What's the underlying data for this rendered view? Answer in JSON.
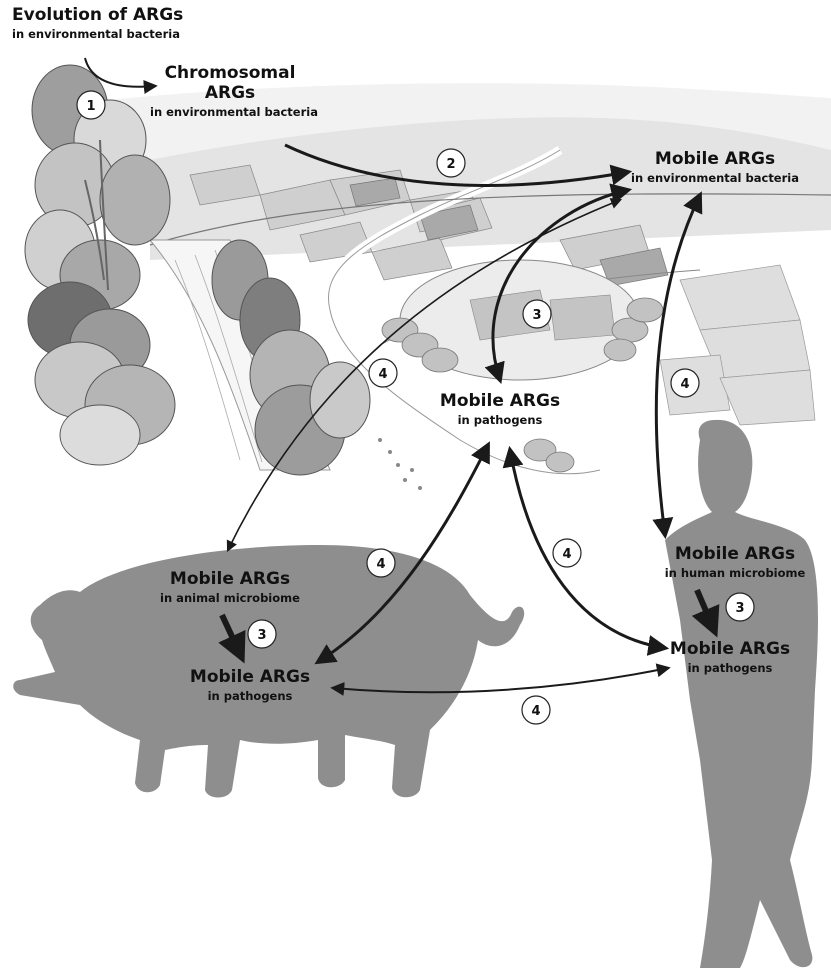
{
  "title": {
    "main": "Evolution of ARGs",
    "sub": "in environmental bacteria"
  },
  "nodes": {
    "chromosomal": {
      "line1": "Chromosomal",
      "line2": "ARGs",
      "sub": "in environmental bacteria"
    },
    "env_mobile": {
      "main": "Mobile ARGs",
      "sub": "in environmental bacteria"
    },
    "env_pathogens": {
      "main": "Mobile ARGs",
      "sub": "in pathogens"
    },
    "animal_microbiome": {
      "main": "Mobile ARGs",
      "sub": "in animal microbiome"
    },
    "animal_pathogens": {
      "main": "Mobile ARGs",
      "sub": "in pathogens"
    },
    "human_microbiome": {
      "main": "Mobile ARGs",
      "sub": "in human microbiome"
    },
    "human_pathogens": {
      "main": "Mobile ARGs",
      "sub": "in pathogens"
    }
  },
  "step_badges": [
    "1",
    "2",
    "3",
    "4",
    "4",
    "3",
    "4",
    "4",
    "3",
    "4"
  ],
  "colors": {
    "silhouette": "#8e8e8e",
    "arrow": "#1a1a1a",
    "landscape_light": "#e2e2e2",
    "landscape_mid": "#b8b8b8",
    "landscape_dark": "#7a7a7a"
  },
  "icons": {
    "animal": "pig-silhouette",
    "human": "human-silhouette",
    "background": "landscape-illustration"
  }
}
